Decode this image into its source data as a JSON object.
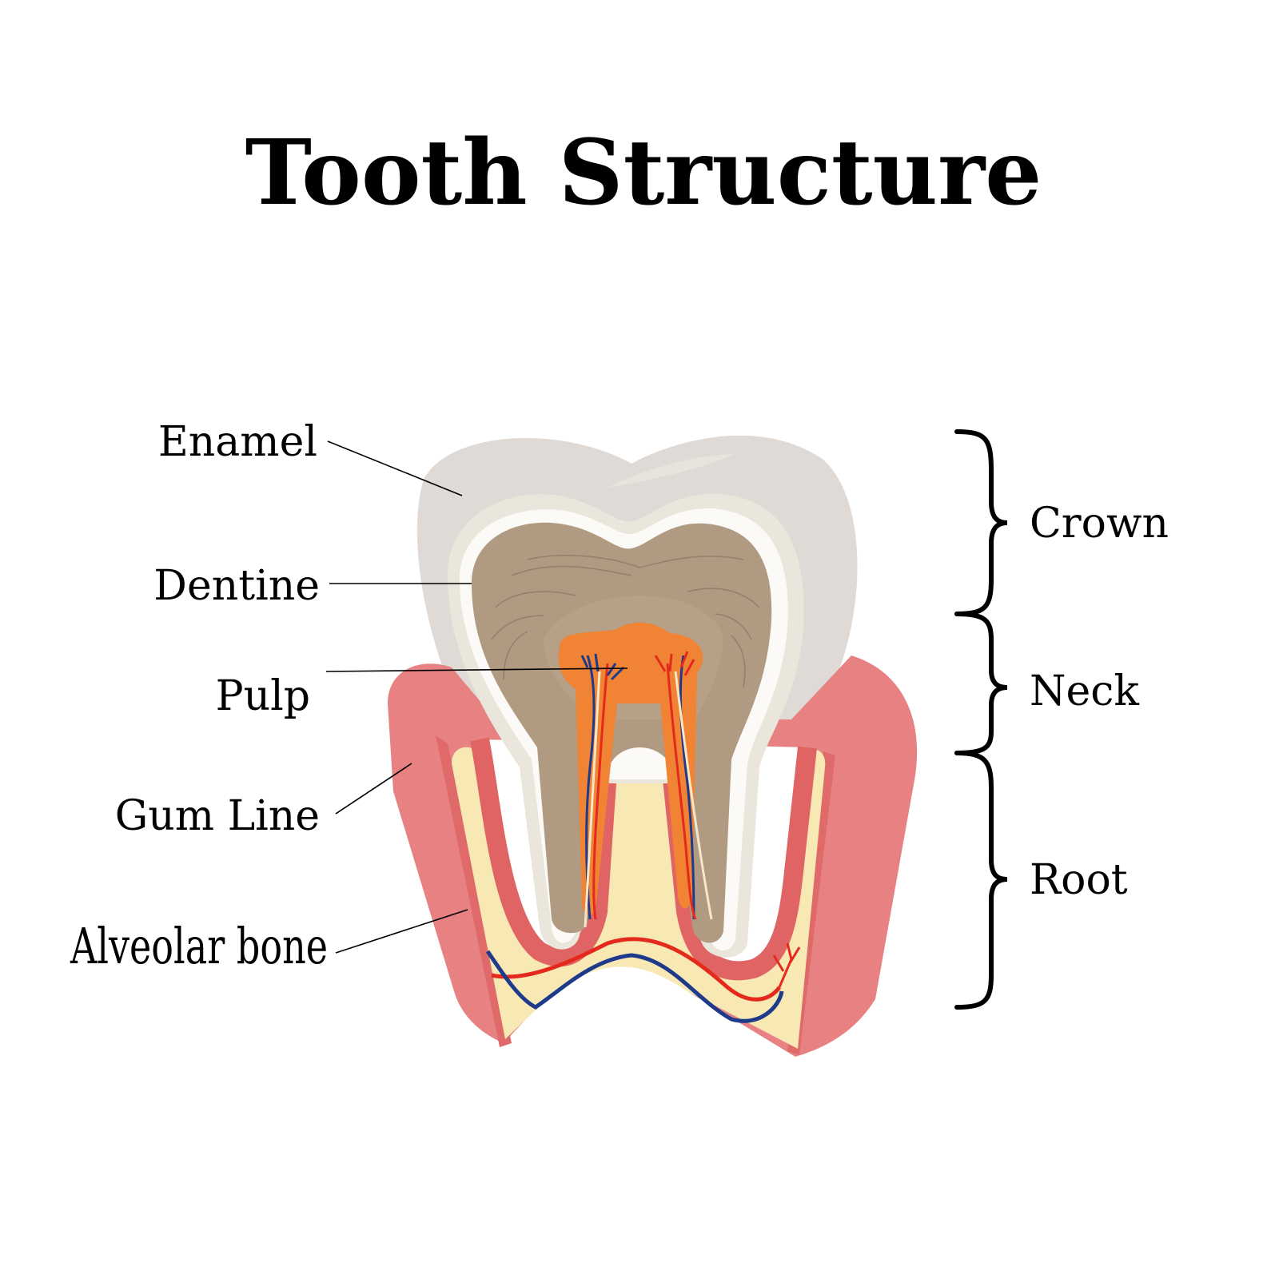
{
  "title": "Tooth Structure",
  "left_labels": {
    "enamel": "Enamel",
    "dentine": "Dentine",
    "pulp": "Pulp",
    "gum_line": "Gum Line",
    "alveolar_bone": "Alveolar bone"
  },
  "right_labels": {
    "crown": "Crown",
    "neck": "Neck",
    "root": "Root"
  },
  "colors": {
    "enamel": "#dfdad5",
    "dentine": "#b09a82",
    "pulp": "#f08434",
    "gum": "#e88282",
    "gum_lining": "#e06464",
    "bone": "#f8e8b4",
    "artery": "#e42a1c",
    "vein": "#1e3a8a"
  }
}
